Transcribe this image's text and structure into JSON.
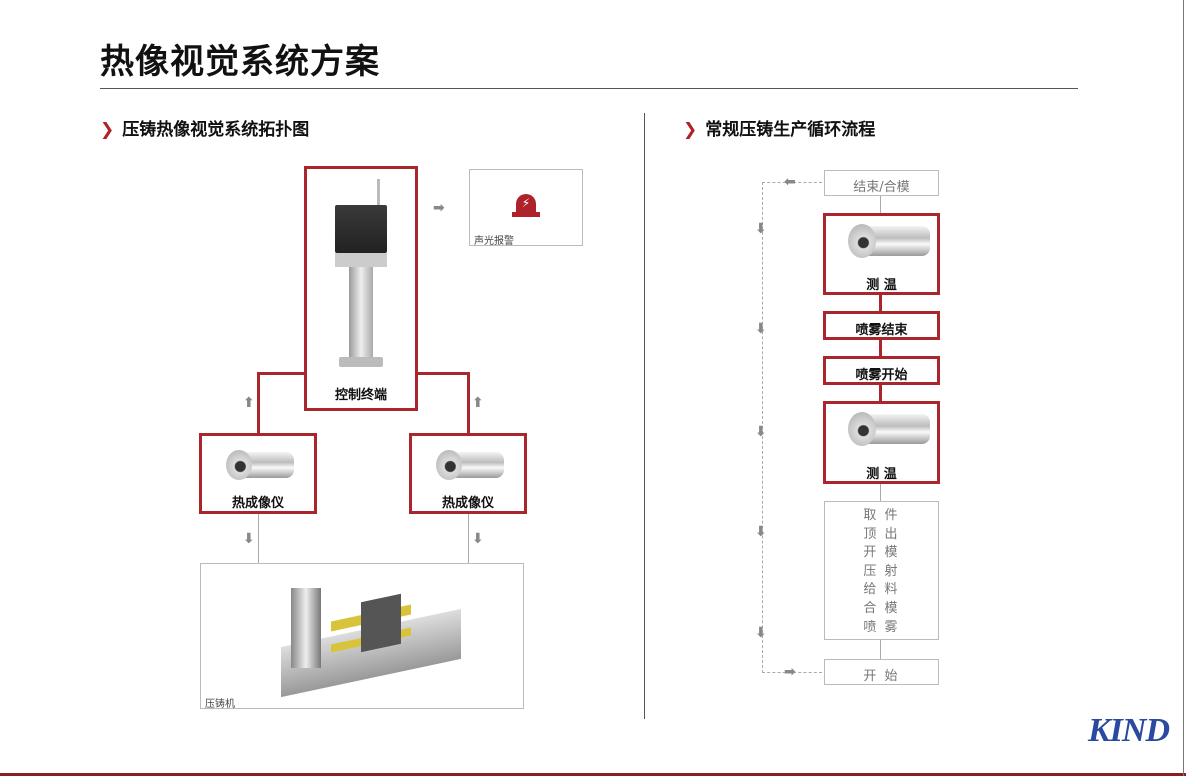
{
  "title": "热像视觉系统方案",
  "left": {
    "heading": "压铸热像视觉系统拓扑图",
    "terminal": "控制终端",
    "alarm": "声光报警",
    "camera_left": "热成像仪",
    "camera_right": "热成像仪",
    "machine": "压铸机"
  },
  "right": {
    "heading": "常规压铸生产循环流程",
    "steps": [
      "结束/合模",
      "测 温",
      "喷雾结束",
      "喷雾开始",
      "测 温"
    ],
    "cycle": [
      "取 件",
      "顶 出",
      "开 模",
      "压 射",
      "给 料",
      "合 模",
      "喷 雾"
    ],
    "start": "开 始"
  },
  "logo": "KIND",
  "colors": {
    "accent": "#a8262c"
  }
}
